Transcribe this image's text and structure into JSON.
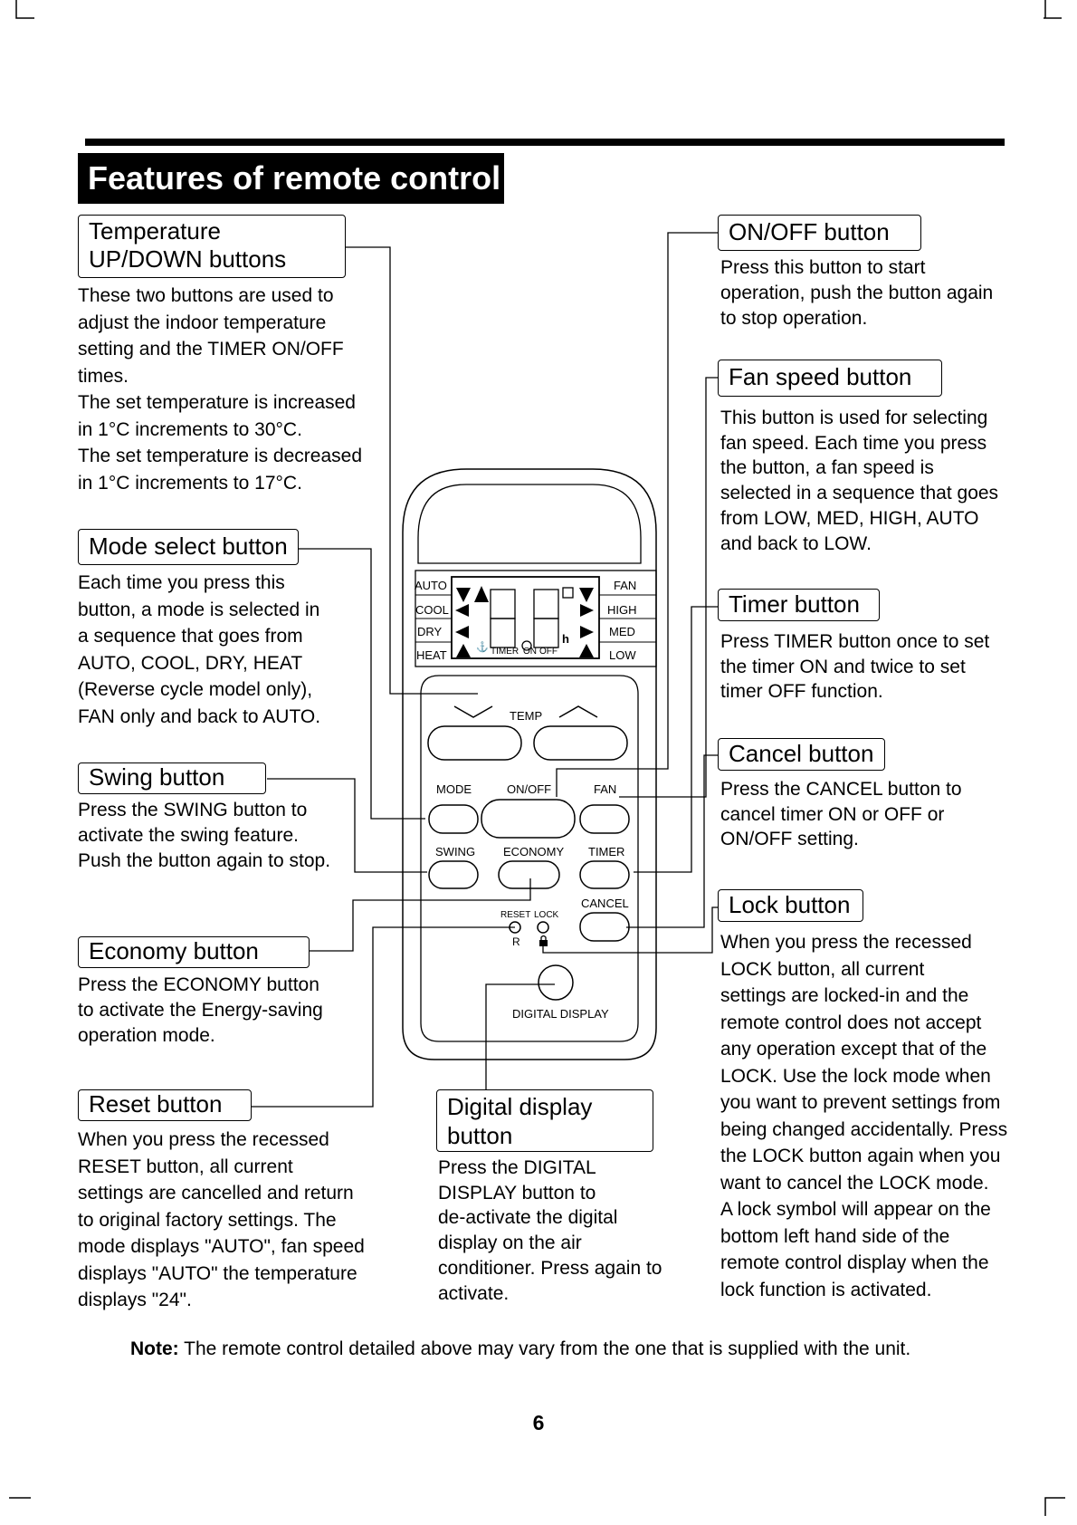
{
  "title": "Features of remote control",
  "sections": {
    "temperature": {
      "heading_line1": "Temperature",
      "heading_line2": "UP/DOWN buttons",
      "lines": [
        "These two buttons are used to",
        "adjust the indoor temperature",
        "setting and the TIMER ON/OFF",
        "times.",
        "The set temperature is increased",
        "in 1°C increments to 30°C.",
        "The set temperature is decreased",
        "in 1°C increments to 17°C."
      ]
    },
    "mode": {
      "heading": "Mode select button",
      "lines": [
        "Each time you press this",
        "button, a mode is selected in",
        "a sequence that goes from",
        "AUTO, COOL, DRY, HEAT",
        "(Reverse cycle model only),",
        "FAN only and back to AUTO."
      ]
    },
    "swing": {
      "heading": "Swing button",
      "lines": [
        "Press the SWING button to",
        "activate the swing feature.",
        "Push the button again to stop."
      ]
    },
    "economy": {
      "heading": "Economy button",
      "lines": [
        "Press the ECONOMY button",
        "to activate the Energy-saving",
        "operation mode."
      ]
    },
    "reset": {
      "heading": "Reset button",
      "lines": [
        "When you press the recessed",
        "RESET button, all current",
        "settings are cancelled and return",
        "to original factory settings. The",
        "mode displays \"AUTO\", fan speed",
        "displays \"AUTO\" the temperature",
        "displays \"24\"."
      ]
    },
    "digital": {
      "heading_line1": "Digital display",
      "heading_line2": "button",
      "lines": [
        "Press the DIGITAL",
        "DISPLAY button to",
        "de-activate the digital",
        "display on the air",
        "conditioner. Press again to",
        "activate."
      ]
    },
    "onoff": {
      "heading": "ON/OFF button",
      "lines": [
        "Press this button to start",
        "operation, push the button again",
        "to stop operation."
      ]
    },
    "fan": {
      "heading": "Fan speed button",
      "lines": [
        "This button is used for selecting",
        "fan speed. Each time you press",
        "the button, a fan speed is",
        "selected in a sequence that goes",
        "from LOW, MED, HIGH, AUTO",
        "and back to LOW."
      ]
    },
    "timer": {
      "heading": "Timer button",
      "lines": [
        "Press TIMER button once to set",
        "the timer ON and twice to set",
        "timer OFF function."
      ]
    },
    "cancel": {
      "heading": "Cancel button",
      "lines": [
        "Press the CANCEL button to",
        "cancel timer ON or OFF or",
        "ON/OFF setting."
      ]
    },
    "lock": {
      "heading": "Lock button",
      "lines": [
        "When you press the recessed",
        "LOCK button, all current",
        "settings are locked-in and the",
        "remote control does not accept",
        "any operation except that of the",
        "LOCK. Use the lock mode when",
        "you want to prevent settings from",
        "being changed accidentally. Press",
        "the LOCK button again when you",
        "want to cancel the LOCK mode.",
        "A lock symbol will appear on the",
        "bottom left hand side of the",
        "remote control display when the",
        "lock function is activated."
      ]
    }
  },
  "remote": {
    "mode_labels": [
      "AUTO",
      "COOL",
      "DRY",
      "HEAT"
    ],
    "fan_labels": [
      "FAN",
      "HIGH",
      "MED",
      "LOW"
    ],
    "display_h": "h",
    "display_timer": "TIMER",
    "display_on": "ON",
    "display_off": "OFF",
    "temp": "TEMP",
    "mode": "MODE",
    "onoff": "ON/OFF",
    "fan": "FAN",
    "swing": "SWING",
    "economy": "ECONOMY",
    "timer": "TIMER",
    "cancel": "CANCEL",
    "reset": "RESET",
    "lock": "LOCK",
    "r": "R",
    "digital_display": "DIGITAL DISPLAY"
  },
  "note": {
    "bold": "Note:",
    "text": " The remote control detailed above may vary from the one that is supplied with the unit."
  },
  "page_number": "6"
}
